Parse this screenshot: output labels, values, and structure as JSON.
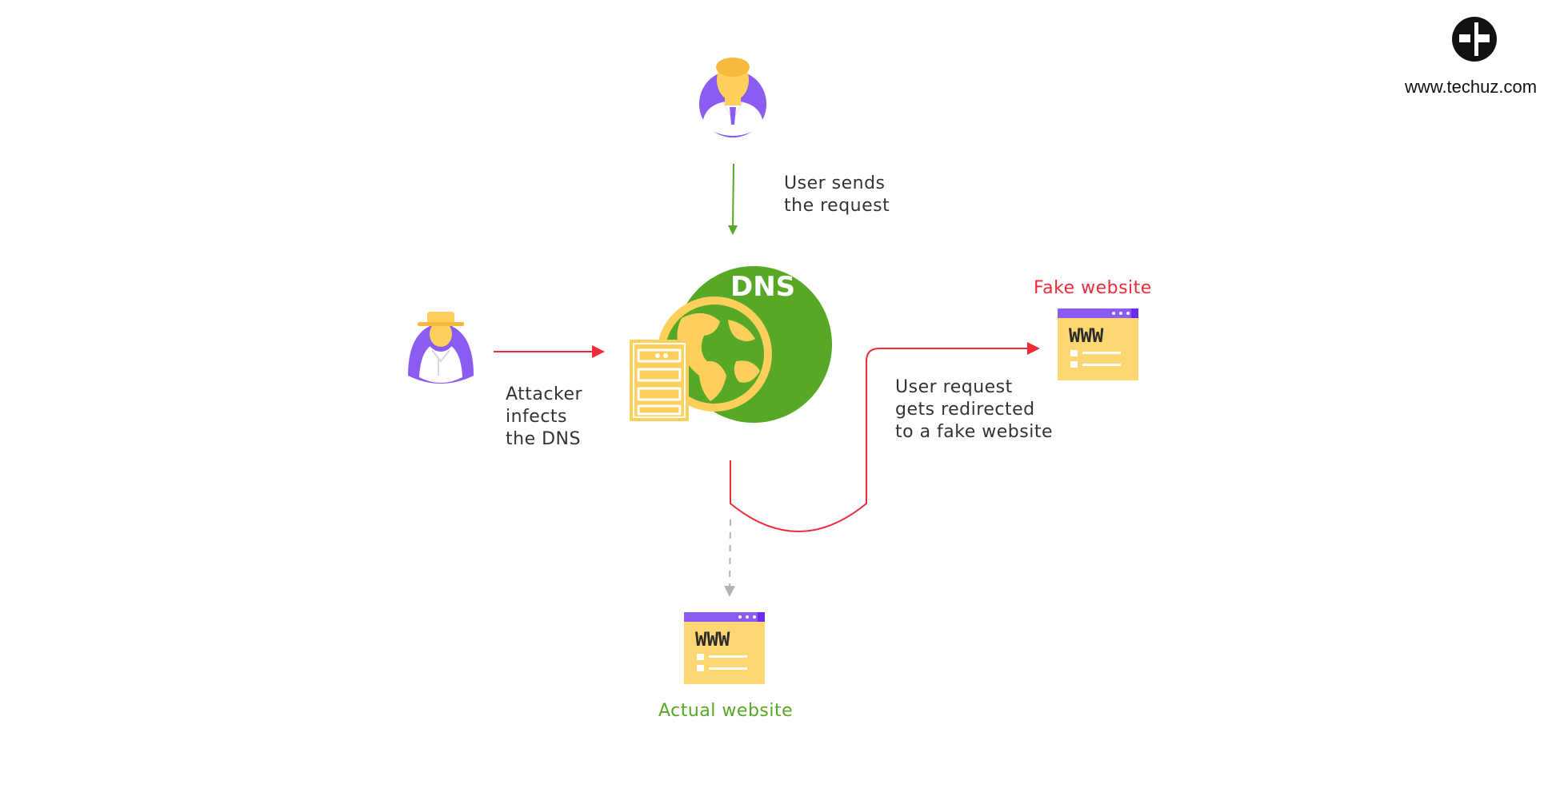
{
  "brand": {
    "url_text": "www.techuz.com",
    "logo_icon": "cross-circle-logo-icon"
  },
  "dns": {
    "label": "DNS"
  },
  "steps": {
    "user_request": [
      "User sends",
      "the request"
    ],
    "attacker_infects": [
      "Attacker",
      "infects",
      "the DNS"
    ],
    "redirect": [
      "User request",
      "gets redirected",
      "to a fake website"
    ]
  },
  "sites": {
    "fake_label": "Fake website",
    "actual_label": "Actual website",
    "www_text": "WWW"
  },
  "icons": {
    "user": "user-avatar-icon",
    "attacker": "hacker-avatar-icon",
    "server": "server-rack-icon",
    "globe": "globe-icon",
    "website": "browser-window-icon"
  },
  "colors": {
    "green": "#57a826",
    "red": "#ef2b3a",
    "purple": "#8a5cf2",
    "yellow": "#ffcf5c",
    "gray_arrow": "#b3b3b3",
    "text": "#333333"
  }
}
